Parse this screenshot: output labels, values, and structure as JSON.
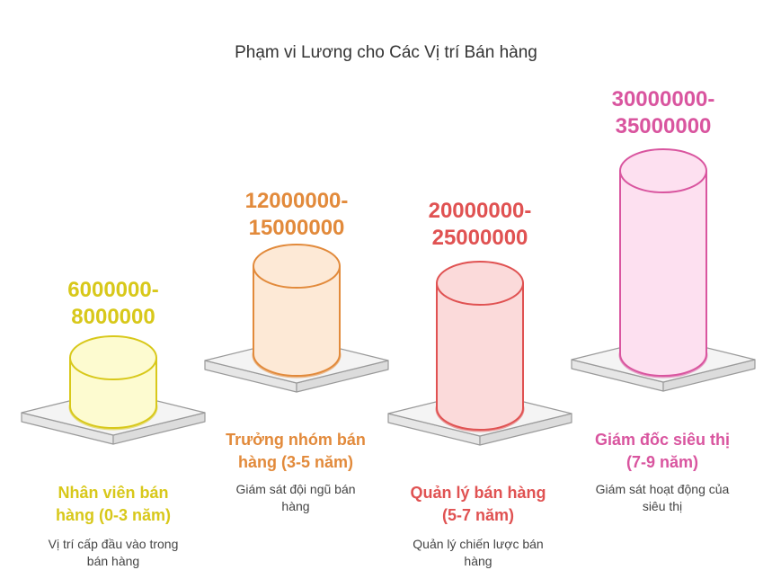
{
  "title": "Phạm vi Lương cho Các Vị trí Bán hàng",
  "positions": [
    {
      "role_line1": "Nhân viên bán",
      "role_line2": "hàng (0-3 năm)",
      "salary_line1": "6000000-",
      "salary_line2": "8000000",
      "salary_min": 6000000,
      "salary_max": 8000000,
      "desc_line1": "Vị trí cấp đầu vào trong",
      "desc_line2": "bán hàng",
      "accent": "#d8c81a",
      "fill": "#fdfbd0"
    },
    {
      "role_line1": "Trưởng nhóm bán",
      "role_line2": "hàng (3-5 năm)",
      "salary_line1": "12000000-",
      "salary_line2": "15000000",
      "salary_min": 12000000,
      "salary_max": 15000000,
      "desc_line1": "Giám sát đội ngũ bán",
      "desc_line2": "hàng",
      "accent": "#e28a3b",
      "fill": "#fde9d6"
    },
    {
      "role_line1": "Quản lý bán hàng",
      "role_line2": "(5-7 năm)",
      "salary_line1": "20000000-",
      "salary_line2": "25000000",
      "salary_min": 20000000,
      "salary_max": 25000000,
      "desc_line1": "Quản lý chiến lược bán",
      "desc_line2": "hàng",
      "accent": "#e05252",
      "fill": "#fbdada"
    },
    {
      "role_line1": "Giám đốc siêu thị",
      "role_line2": "(7-9 năm)",
      "salary_line1": "30000000-",
      "salary_line2": "35000000",
      "salary_min": 30000000,
      "salary_max": 35000000,
      "desc_line1": "Giám sát hoạt động của",
      "desc_line2": "siêu thị",
      "accent": "#d9559f",
      "fill": "#fde0f0"
    }
  ]
}
